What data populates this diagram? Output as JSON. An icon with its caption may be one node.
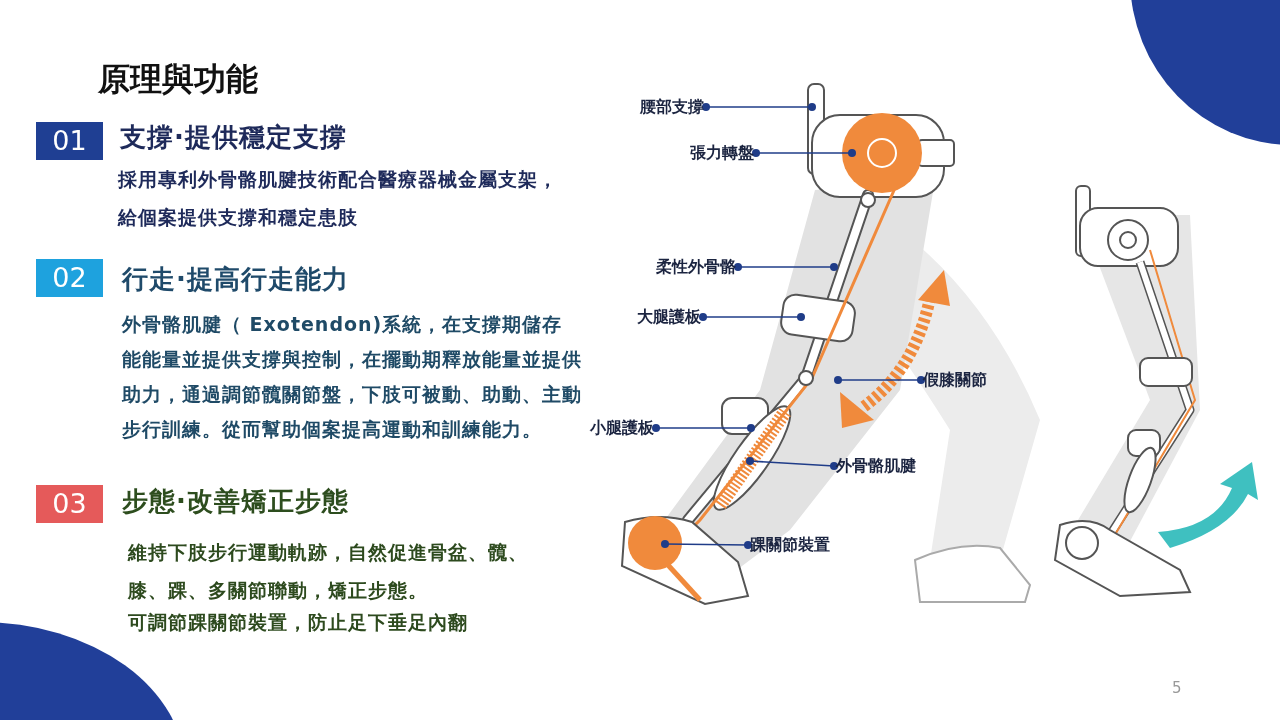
{
  "diagram": {
    "title": "原理與功能",
    "nodes": [
      {
        "text": [
          "01"
        ]
      },
      {
        "text": [
          "02"
        ]
      },
      {
        "text": [
          "03"
        ]
      },
      {
        "text": [
          "腰部支撐"
        ]
      },
      {
        "text": [
          "張力轉盤"
        ]
      },
      {
        "text": [
          "柔性外骨骼"
        ]
      },
      {
        "text": [
          "大腿護板"
        ]
      },
      {
        "text": [
          "假膝關節"
        ]
      },
      {
        "text": [
          "小腿護板"
        ]
      },
      {
        "text": [
          "外骨骼肌腱"
        ]
      },
      {
        "text": [
          "踝關節裝置"
        ]
      }
    ],
    "edges": [
      {
        "from": 3,
        "to": null,
        "arrow": "other"
      },
      {
        "from": 4,
        "to": null,
        "arrow": "other"
      },
      {
        "from": 5,
        "to": null,
        "arrow": "other"
      },
      {
        "from": 6,
        "to": null,
        "arrow": "other"
      },
      {
        "from": 7,
        "to": null,
        "arrow": "other"
      },
      {
        "from": 8,
        "to": null,
        "arrow": "other"
      },
      {
        "from": 9,
        "to": null,
        "arrow": "other"
      },
      {
        "from": 10,
        "to": null,
        "arrow": "other"
      }
    ],
    "labels": [
      "支撐·提供穩定支撐",
      "採用專利外骨骼肌腱技術配合醫療器械金屬支架，給個案提供支撐和穩定患肢",
      "行走·提高行走能力",
      "外骨骼肌腱（ Exotendon)系統，在支撐期儲存能能量並提供支撐與控制，在擺動期釋放能量並提供助力，通過調節髖關節盤，下肢可被動、助動、主動步行訓練。從而幫助個案提高運動和訓練能力。",
      "步態·改善矯正步態",
      "維持下肢步行運動軌跡，自然促進骨盆、髖、膝、踝、多關節聯動，矯正步態。",
      "可調節踝關節裝置，防止足下垂足內翻",
      "5"
    ]
  }
}
